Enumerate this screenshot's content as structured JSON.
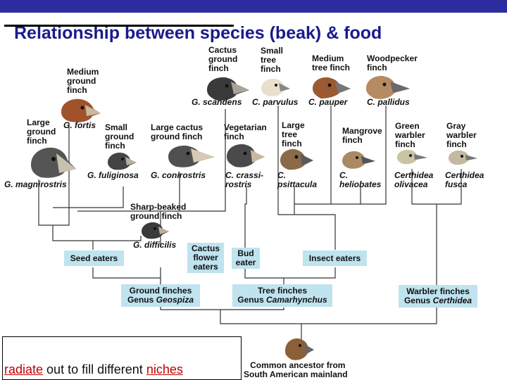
{
  "title": "Relationship between species (beak) & food",
  "species": [
    {
      "id": "medium-ground",
      "common": [
        "Medium",
        "ground",
        "finch"
      ],
      "sci": "G. fortis"
    },
    {
      "id": "large-ground",
      "common": [
        "Large",
        "ground",
        "finch"
      ],
      "sci": "G. magnirostris"
    },
    {
      "id": "small-ground",
      "common": [
        "Small",
        "ground",
        "finch"
      ],
      "sci": "G. fuliginosa"
    },
    {
      "id": "large-cactus",
      "common": [
        "Large cactus",
        "ground finch"
      ],
      "sci": "G. conirostris"
    },
    {
      "id": "cactus-ground",
      "common": [
        "Cactus",
        "ground",
        "finch"
      ],
      "sci": "G. scandens"
    },
    {
      "id": "sharp-beaked",
      "common": [
        "Sharp-beaked",
        "ground finch"
      ],
      "sci": "G. difficilis"
    },
    {
      "id": "vegetarian",
      "common": [
        "Vegetarian",
        "finch"
      ],
      "sci": [
        "C. crassi-",
        "rostris"
      ]
    },
    {
      "id": "small-tree",
      "common": [
        "Small",
        "tree",
        "finch"
      ],
      "sci": "C. parvulus"
    },
    {
      "id": "medium-tree",
      "common": [
        "Medium",
        "tree finch"
      ],
      "sci": "C. pauper"
    },
    {
      "id": "large-tree",
      "common": [
        "Large",
        "tree",
        "finch"
      ],
      "sci": [
        "C.",
        "psittacula"
      ]
    },
    {
      "id": "woodpecker",
      "common": [
        "Woodpecker",
        "finch"
      ],
      "sci": "C. pallidus"
    },
    {
      "id": "mangrove",
      "common": [
        "Mangrove",
        "finch"
      ],
      "sci": [
        "C.",
        "heliobates"
      ]
    },
    {
      "id": "green-warbler",
      "common": [
        "Green",
        "warbler",
        "finch"
      ],
      "sci": [
        "Certhidea",
        "olivacea"
      ]
    },
    {
      "id": "gray-warbler",
      "common": [
        "Gray",
        "warbler",
        "finch"
      ],
      "sci": [
        "Certhidea",
        "fusca"
      ]
    }
  ],
  "diet": {
    "seed": "Seed eaters",
    "cactus": [
      "Cactus",
      "flower",
      "eaters"
    ],
    "bud": [
      "Bud",
      "eater"
    ],
    "insect": "Insect eaters"
  },
  "genera": {
    "ground": {
      "line1": "Ground finches",
      "prefix": "Genus ",
      "genus": "Geospiza"
    },
    "tree": {
      "line1": "Tree finches",
      "prefix": "Genus ",
      "genus": "Camarhynchus"
    },
    "warbler": {
      "line1": "Warbler finches",
      "prefix": "Genus ",
      "genus": "Certhidea"
    }
  },
  "ancestor": [
    "Common ancestor from",
    "South American mainland"
  ],
  "caption": {
    "w1": "radiate",
    "w2": " out to fill different ",
    "w3": "niches"
  },
  "colors": {
    "accent_bar": "#2c2ca0",
    "title": "#1a1a8c",
    "box": "#bfe3ef",
    "emphasis": "#c00000"
  }
}
